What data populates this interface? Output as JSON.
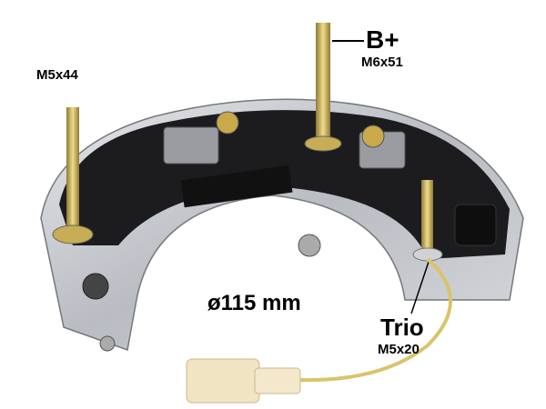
{
  "labels": {
    "left_stud": "M5x44",
    "b_plus": "B+",
    "b_plus_stud": "M6x51",
    "diameter": "ø115 mm",
    "trio": "Trio",
    "trio_stud": "M5x20"
  },
  "colors": {
    "plate": "#c9cbd0",
    "insulator": "#1c1c1e",
    "wire": "#d9c46a",
    "connector": "#f1e4c2",
    "brass": "#c7ad55"
  }
}
